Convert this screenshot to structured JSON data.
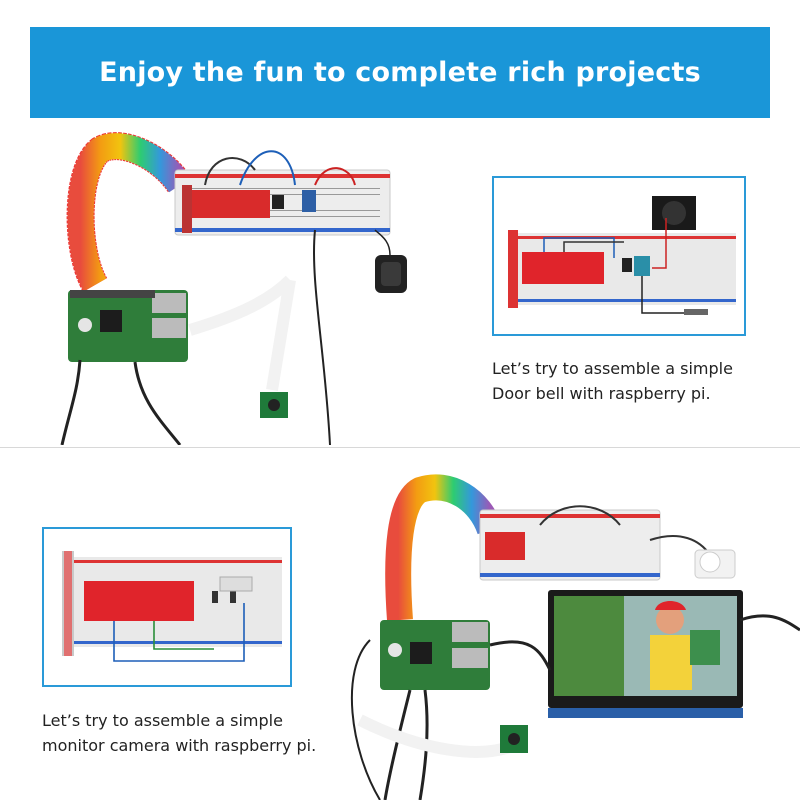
{
  "banner": {
    "title": "Enjoy the fun to complete rich projects",
    "background": "#1a96d8"
  },
  "project_doorbell": {
    "caption_line1": "Let’s try to assemble a simple",
    "caption_line2": "Door bell with raspberry pi."
  },
  "project_camera": {
    "caption_line1": "Let’s try to assemble a simple",
    "caption_line2": "monitor camera with raspberry pi."
  },
  "colors": {
    "accent_blue": "#2a9ad8",
    "board_green": "#2f7d3a",
    "gpio_red": "#e0242b",
    "breadboard": "#ececec"
  }
}
